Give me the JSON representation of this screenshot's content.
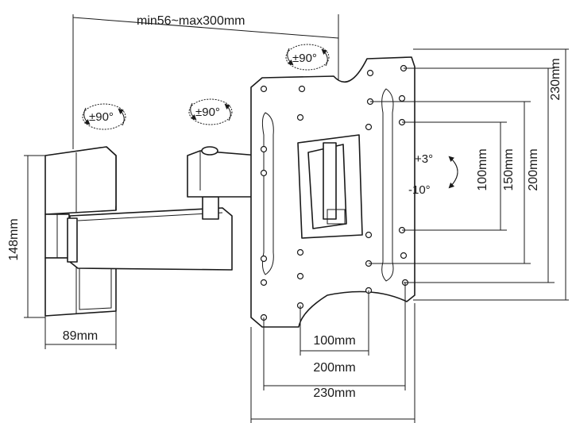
{
  "dimensions": {
    "extension": "min56~max300mm",
    "arm_height": "148mm",
    "arm_width": "89mm",
    "vesa_h_100": "100mm",
    "vesa_h_200": "200mm",
    "vesa_h_230": "230mm",
    "vesa_v_100": "100mm",
    "vesa_v_150": "150mm",
    "vesa_v_200": "200mm",
    "vesa_v_230": "230mm"
  },
  "rotations": {
    "wall_swivel": "±90°",
    "arm_swivel": "±90°",
    "plate_rotation": "±90°",
    "tilt_up": "+3°",
    "tilt_down": "-10°"
  },
  "icons": [
    "rotation-arrow-icon",
    "tilt-arrow-icon"
  ]
}
